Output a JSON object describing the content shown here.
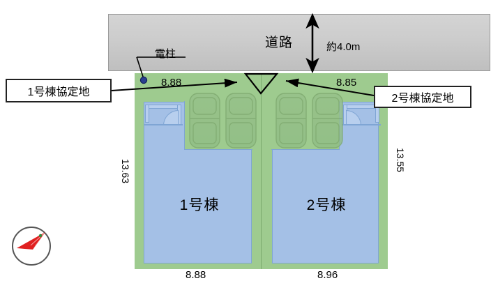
{
  "figure": {
    "type": "site-plan",
    "title_text_present": false
  },
  "road": {
    "label": "道路",
    "width_label": "約4.0m",
    "utility_pole_label": "電柱",
    "color": "#cccccc"
  },
  "plot": {
    "land_color": "#9ecb8f",
    "building_color": "#a4c0e6",
    "buildings": [
      {
        "id": "building-1",
        "label": "1号棟",
        "frontage_top": "8.88",
        "frontage_bottom": "8.88",
        "depth": "13.63"
      },
      {
        "id": "building-2",
        "label": "2号棟",
        "frontage_top": "8.85",
        "frontage_bottom": "8.96",
        "depth": "13.55"
      }
    ]
  },
  "callouts": [
    {
      "id": "callout-left",
      "label": "1号棟協定地"
    },
    {
      "id": "callout-right",
      "label": "2号棟協定地"
    }
  ],
  "compass": {
    "name": "north-arrow",
    "color": "#e02020"
  },
  "parking": {
    "car_count_left": 2,
    "car_count_right": 2
  }
}
